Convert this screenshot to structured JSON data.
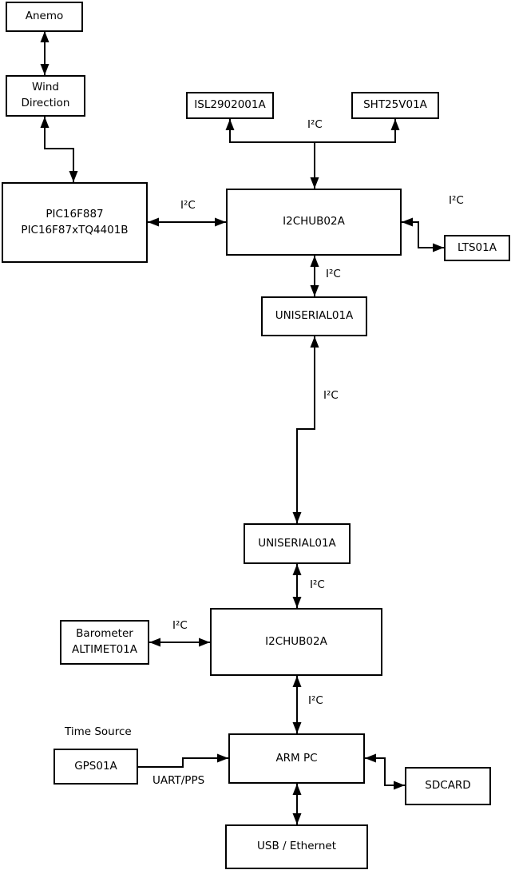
{
  "diagram": {
    "colors": {
      "background": "#ffffff",
      "line": "#000000",
      "box_border": "#000000",
      "box_fill": "#ffffff",
      "text": "#000000"
    },
    "nodes": {
      "anemo": {
        "label": "Anemo"
      },
      "wind_direction": {
        "line1": "Wind",
        "line2": "Direction"
      },
      "pic": {
        "line1": "PIC16F887",
        "line2": "PIC16F87xTQ4401B"
      },
      "isl": {
        "label": "ISL2902001A"
      },
      "sht": {
        "label": "SHT25V01A"
      },
      "i2chub_top": {
        "label": "I2CHUB02A"
      },
      "lts": {
        "label": "LTS01A"
      },
      "uniserial_top": {
        "label": "UNISERIAL01A"
      },
      "uniserial_bottom": {
        "label": "UNISERIAL01A"
      },
      "i2chub_bottom": {
        "label": "I2CHUB02A"
      },
      "barometer": {
        "line1": "Barometer",
        "line2": "ALTIMET01A"
      },
      "gps": {
        "label": "GPS01A"
      },
      "arm_pc": {
        "label": "ARM PC"
      },
      "sdcard": {
        "label": "SDCARD"
      },
      "usb_ethernet": {
        "label": "USB / Ethernet"
      }
    },
    "labels": {
      "i2c": "I²C",
      "time_source": "Time Source",
      "uart_pps": "UART/PPS"
    },
    "connections": [
      {
        "from": "Anemo",
        "to": "Wind Direction",
        "label": "",
        "bidirectional": true
      },
      {
        "from": "Wind Direction",
        "to": "PIC16F887 PIC16F87xTQ4401B",
        "label": "",
        "bidirectional": true
      },
      {
        "from": "PIC16F887 PIC16F87xTQ4401B",
        "to": "I2CHUB02A (top)",
        "label": "I²C",
        "bidirectional": true
      },
      {
        "from": "I2CHUB02A (top)",
        "to": "ISL2902001A",
        "label": "I²C",
        "bidirectional": false
      },
      {
        "from": "I2CHUB02A (top)",
        "to": "SHT25V01A",
        "label": "I²C",
        "bidirectional": false
      },
      {
        "from": "I2CHUB02A (top)",
        "to": "LTS01A",
        "label": "I²C",
        "bidirectional": true
      },
      {
        "from": "I2CHUB02A (top)",
        "to": "UNISERIAL01A (top)",
        "label": "I²C",
        "bidirectional": true
      },
      {
        "from": "UNISERIAL01A (top)",
        "to": "UNISERIAL01A (bottom)",
        "label": "I²C",
        "bidirectional": true
      },
      {
        "from": "UNISERIAL01A (bottom)",
        "to": "I2CHUB02A (bottom)",
        "label": "I²C",
        "bidirectional": true
      },
      {
        "from": "Barometer ALTIMET01A",
        "to": "I2CHUB02A (bottom)",
        "label": "I²C",
        "bidirectional": true
      },
      {
        "from": "I2CHUB02A (bottom)",
        "to": "ARM PC",
        "label": "I²C",
        "bidirectional": true
      },
      {
        "from": "GPS01A",
        "to": "ARM PC",
        "label": "UART/PPS",
        "bidirectional": false
      },
      {
        "from": "ARM PC",
        "to": "SDCARD",
        "label": "",
        "bidirectional": true
      },
      {
        "from": "ARM PC",
        "to": "USB / Ethernet",
        "label": "",
        "bidirectional": true
      }
    ]
  }
}
